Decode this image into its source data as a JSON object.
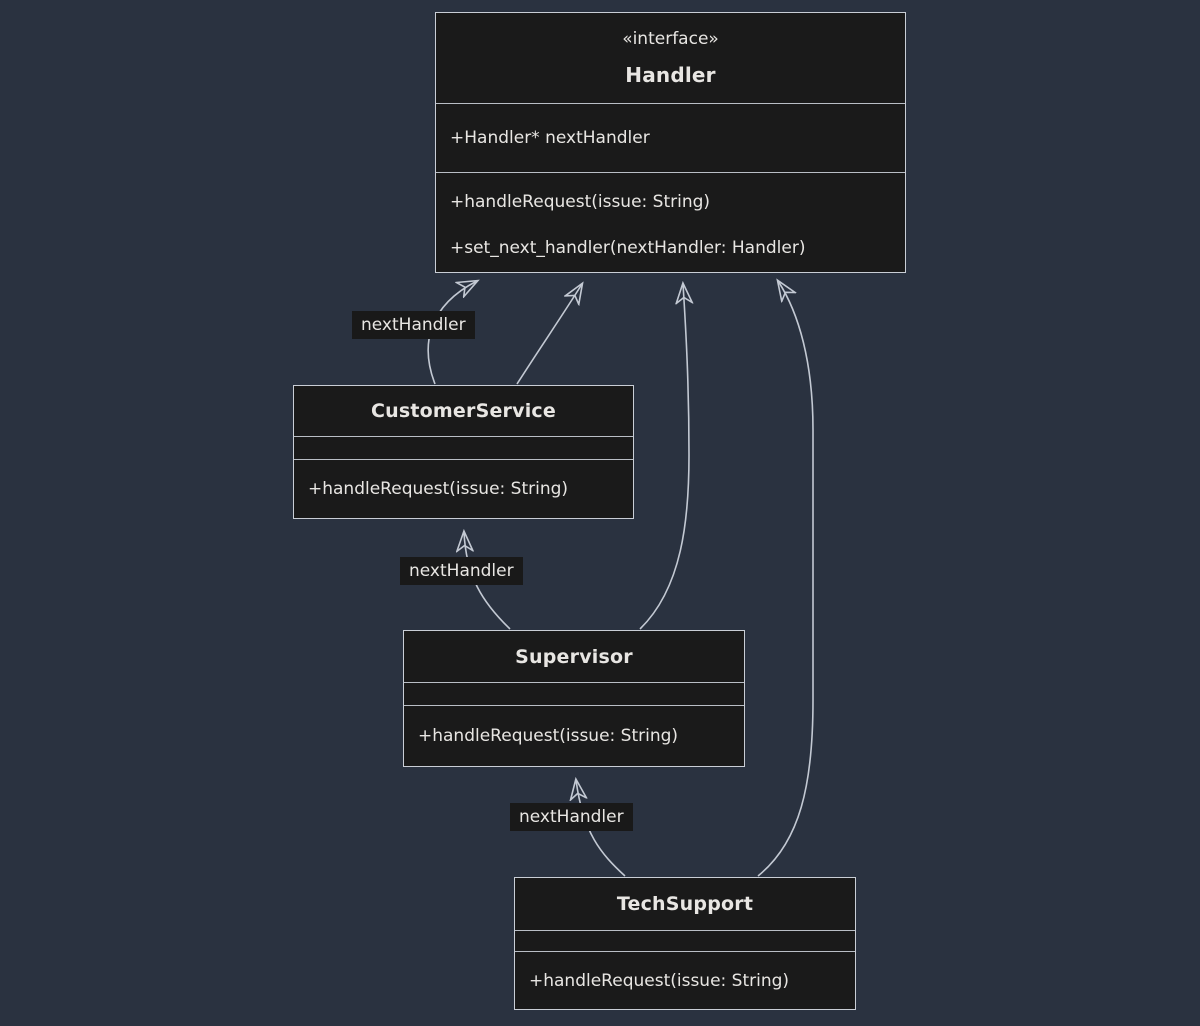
{
  "diagram": {
    "kind": "uml-class-diagram",
    "theme": "dark"
  },
  "colors": {
    "background": "#2a3240",
    "node_fill": "#1a1a1a",
    "node_border": "#c9ced6",
    "text": "#e8e6e3",
    "edge_line": "#c3c9d3",
    "edge_label_background": "#191919"
  },
  "classes": [
    {
      "id": "Handler",
      "stereotype": "«interface»",
      "name": "Handler",
      "attributes": [
        "+Handler* nextHandler"
      ],
      "methods": [
        "+handleRequest(issue: String)",
        "+set_next_handler(nextHandler: Handler)"
      ]
    },
    {
      "id": "CustomerService",
      "name": "CustomerService",
      "attributes": [],
      "methods": [
        "+handleRequest(issue: String)"
      ]
    },
    {
      "id": "Supervisor",
      "name": "Supervisor",
      "attributes": [],
      "methods": [
        "+handleRequest(issue: String)"
      ]
    },
    {
      "id": "TechSupport",
      "name": "TechSupport",
      "attributes": [],
      "methods": [
        "+handleRequest(issue: String)"
      ]
    }
  ],
  "edges": [
    {
      "from": "CustomerService",
      "to": "Handler",
      "label": "nextHandler",
      "arrow": "vee"
    },
    {
      "from": "CustomerService",
      "to": "Handler",
      "label": "",
      "arrow": "vee"
    },
    {
      "from": "Supervisor",
      "to": "Handler",
      "label": "",
      "arrow": "vee"
    },
    {
      "from": "TechSupport",
      "to": "Handler",
      "label": "",
      "arrow": "vee"
    },
    {
      "from": "Supervisor",
      "to": "CustomerService",
      "label": "nextHandler",
      "arrow": "vee"
    },
    {
      "from": "TechSupport",
      "to": "Supervisor",
      "label": "nextHandler",
      "arrow": "vee"
    }
  ]
}
